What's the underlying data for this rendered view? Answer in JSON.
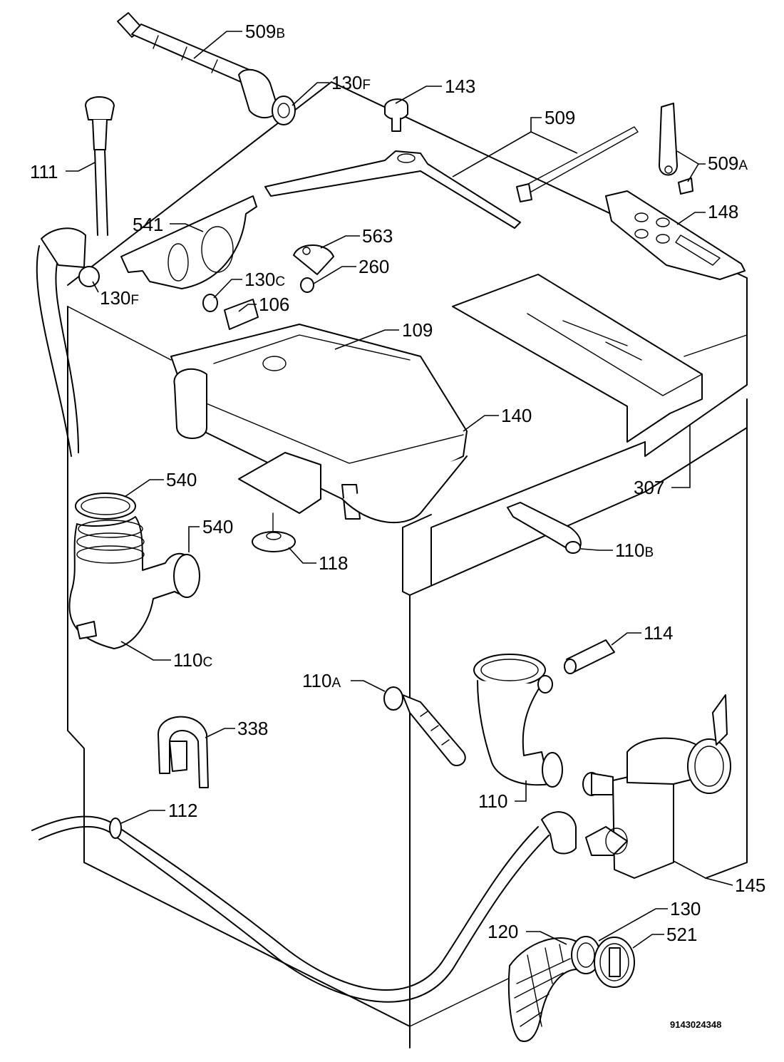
{
  "diagram": {
    "document_number": "9143024348",
    "labels": [
      {
        "id": "509b",
        "main": "509",
        "suffix": "B"
      },
      {
        "id": "130f_top",
        "main": "130",
        "suffix": "F"
      },
      {
        "id": "143",
        "main": "143",
        "suffix": ""
      },
      {
        "id": "509",
        "main": "509",
        "suffix": ""
      },
      {
        "id": "509a",
        "main": "509",
        "suffix": "A"
      },
      {
        "id": "111",
        "main": "111",
        "suffix": ""
      },
      {
        "id": "541",
        "main": "541",
        "suffix": ""
      },
      {
        "id": "148",
        "main": "148",
        "suffix": ""
      },
      {
        "id": "563",
        "main": "563",
        "suffix": ""
      },
      {
        "id": "260",
        "main": "260",
        "suffix": ""
      },
      {
        "id": "130f_left",
        "main": "130",
        "suffix": "F"
      },
      {
        "id": "130c",
        "main": "130",
        "suffix": "C"
      },
      {
        "id": "106",
        "main": "106",
        "suffix": ""
      },
      {
        "id": "109",
        "main": "109",
        "suffix": ""
      },
      {
        "id": "140",
        "main": "140",
        "suffix": ""
      },
      {
        "id": "307",
        "main": "307",
        "suffix": ""
      },
      {
        "id": "540_top",
        "main": "540",
        "suffix": ""
      },
      {
        "id": "540_side",
        "main": "540",
        "suffix": ""
      },
      {
        "id": "118",
        "main": "118",
        "suffix": ""
      },
      {
        "id": "110b",
        "main": "110",
        "suffix": "B"
      },
      {
        "id": "110c",
        "main": "110",
        "suffix": "C"
      },
      {
        "id": "114",
        "main": "114",
        "suffix": ""
      },
      {
        "id": "110a",
        "main": "110",
        "suffix": "A"
      },
      {
        "id": "338",
        "main": "338",
        "suffix": ""
      },
      {
        "id": "110",
        "main": "110",
        "suffix": ""
      },
      {
        "id": "112",
        "main": "112",
        "suffix": ""
      },
      {
        "id": "145",
        "main": "145",
        "suffix": ""
      },
      {
        "id": "130",
        "main": "130",
        "suffix": ""
      },
      {
        "id": "120",
        "main": "120",
        "suffix": ""
      },
      {
        "id": "521",
        "main": "521",
        "suffix": ""
      }
    ]
  }
}
